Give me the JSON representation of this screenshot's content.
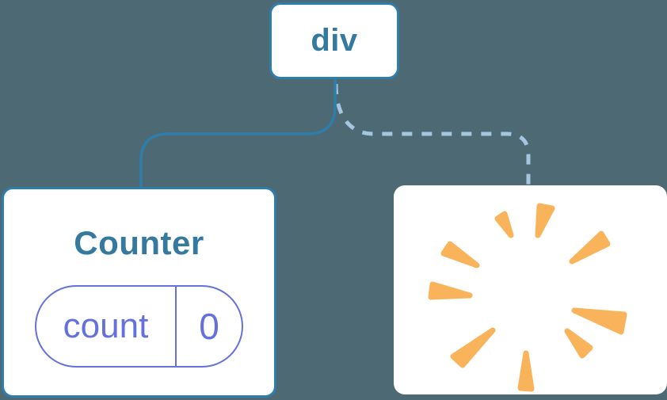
{
  "diagram": {
    "background": "#4d6974",
    "colors": {
      "node-fill": "#ffffff",
      "active-border": "#2f7dab",
      "node-text": "#35799f",
      "link-solid": "#2f7dab",
      "link-dashed": "#a4c6de",
      "state-accent": "#6471dd",
      "poof": "#f9b45b"
    },
    "root_node": {
      "label": "div"
    },
    "counter_node": {
      "title": "Counter",
      "state": {
        "key": "count",
        "value": "0"
      }
    },
    "removed_node": {
      "icon": "poof-starburst"
    },
    "links": [
      {
        "from": "div",
        "to": "Counter",
        "style": "solid"
      },
      {
        "from": "div",
        "to": "removed",
        "style": "dashed"
      }
    ]
  }
}
